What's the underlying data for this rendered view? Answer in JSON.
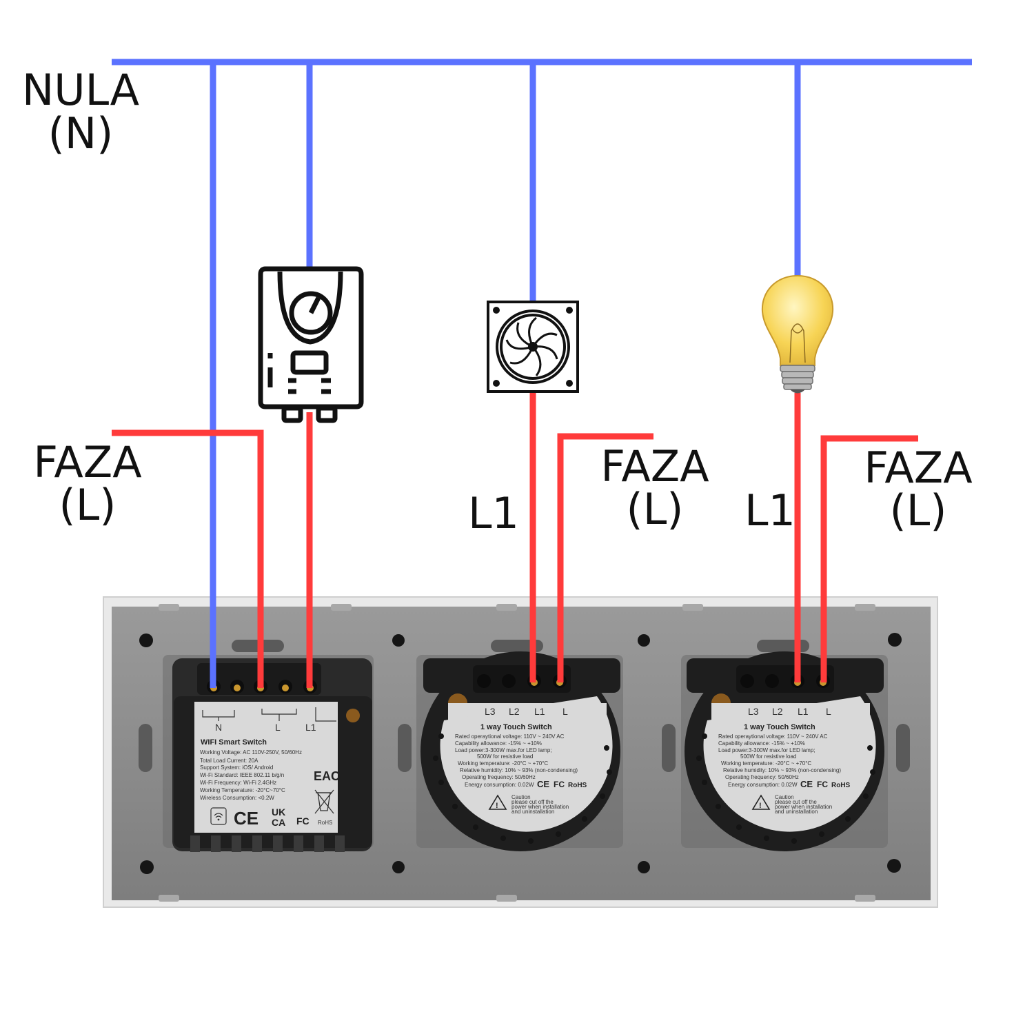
{
  "labels": {
    "neutral_line1": "NULA",
    "neutral_line2": "(N)",
    "phase_line1": "FAZA",
    "phase_line2": "(L)",
    "l1": "L1"
  },
  "wifi_module": {
    "terminals": [
      "N",
      "L",
      "L1"
    ],
    "title": "WIFI Smart Switch",
    "specs": [
      "Working Voltage: AC 110V-250V, 50/60Hz",
      "Total Load Current: 20A",
      "Support System: iOS/ Android",
      "Wi-Fi Standard: IEEE 802.11 b/g/n",
      "Wi-Fi Frequency: Wi-Fi 2.4GHz",
      "Working Temperature: -20°C~70°C",
      "Wireless Consumption: <0.2W"
    ],
    "marks": [
      "CE",
      "UK",
      "CA",
      "FC",
      "RoHS",
      "EAC",
      "WIFI"
    ]
  },
  "touch_switch": {
    "terminals": [
      "L3",
      "L2",
      "L1",
      "L"
    ],
    "title": "1 way Touch Switch",
    "specs": [
      "Rated operaytional voltage: 110V ~ 240V AC",
      "Capability allowance: -15% ~ +10%",
      "Load power:3-300W max.for LED lamp;",
      "500W for resistive load",
      "Working temperature: -20°C ~ +70°C",
      "Relative humidity: 10% ~ 93% (non-condensing)",
      "Operating frequency: 50/60Hz",
      "Energy consumption: 0.02W"
    ],
    "marks": [
      "CE",
      "FC",
      "RoHS"
    ],
    "caution_title": "Caution",
    "caution_text": [
      "please cut off the",
      "power when installation",
      "and uninstallation"
    ]
  },
  "colors": {
    "neutral": "#5b72ff",
    "phase": "#ff3b3b",
    "frame": "#8e8e8e",
    "module": "#222222",
    "bulb": "#f7d455"
  }
}
